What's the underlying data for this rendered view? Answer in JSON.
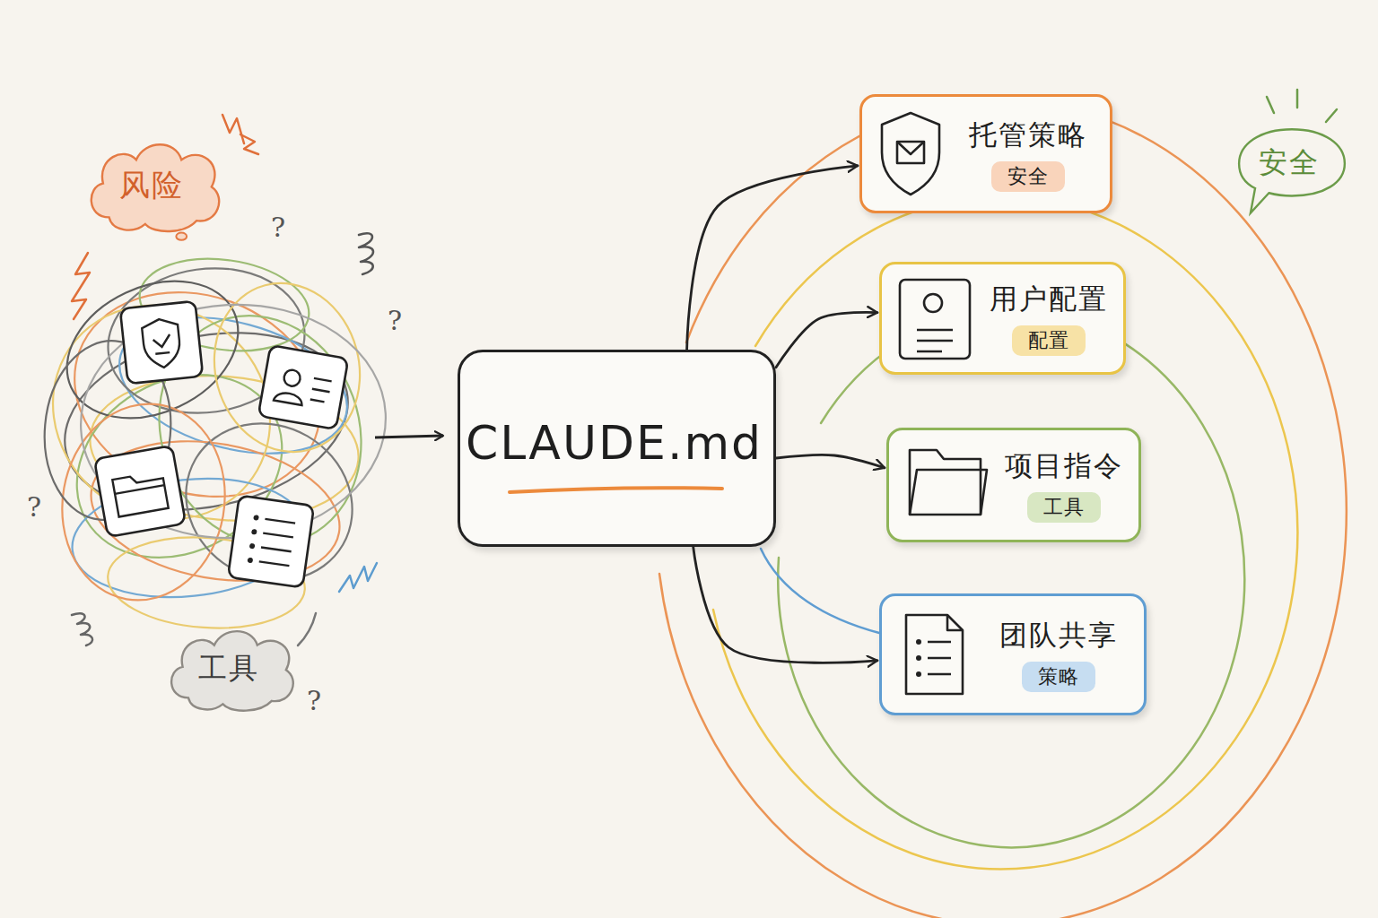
{
  "diagram": {
    "nodes": [
      {
        "text": [
          "风险"
        ]
      },
      {
        "text": [
          "工具"
        ]
      },
      {
        "text": [
          "CLAUDE.md"
        ]
      },
      {
        "text": [
          "托管策略",
          "安全"
        ]
      },
      {
        "text": [
          "用户配置",
          "配置"
        ]
      },
      {
        "text": [
          "项目指令",
          "工具"
        ]
      },
      {
        "text": [
          "团队共享",
          "策略"
        ]
      },
      {
        "text": [
          "安全"
        ]
      }
    ],
    "edges": [
      {
        "from": 2,
        "to": 3,
        "arrow": "to"
      },
      {
        "from": 2,
        "to": 4,
        "arrow": "to"
      },
      {
        "from": 2,
        "to": 5,
        "arrow": "to"
      },
      {
        "from": 2,
        "to": 6,
        "arrow": "to"
      }
    ],
    "labels": [
      "?",
      "?",
      "?",
      "?"
    ]
  }
}
